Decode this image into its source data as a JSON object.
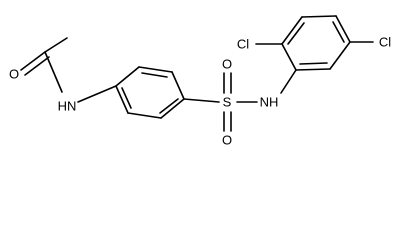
{
  "molecule": {
    "atoms": {
      "o_carbonyl": "O",
      "nh_amide": "HN",
      "s": "S",
      "o_s_top": "O",
      "o_s_bottom": "O",
      "nh_sulfonamide": "NH",
      "cl_top": "Cl",
      "cl_right": "Cl"
    }
  }
}
